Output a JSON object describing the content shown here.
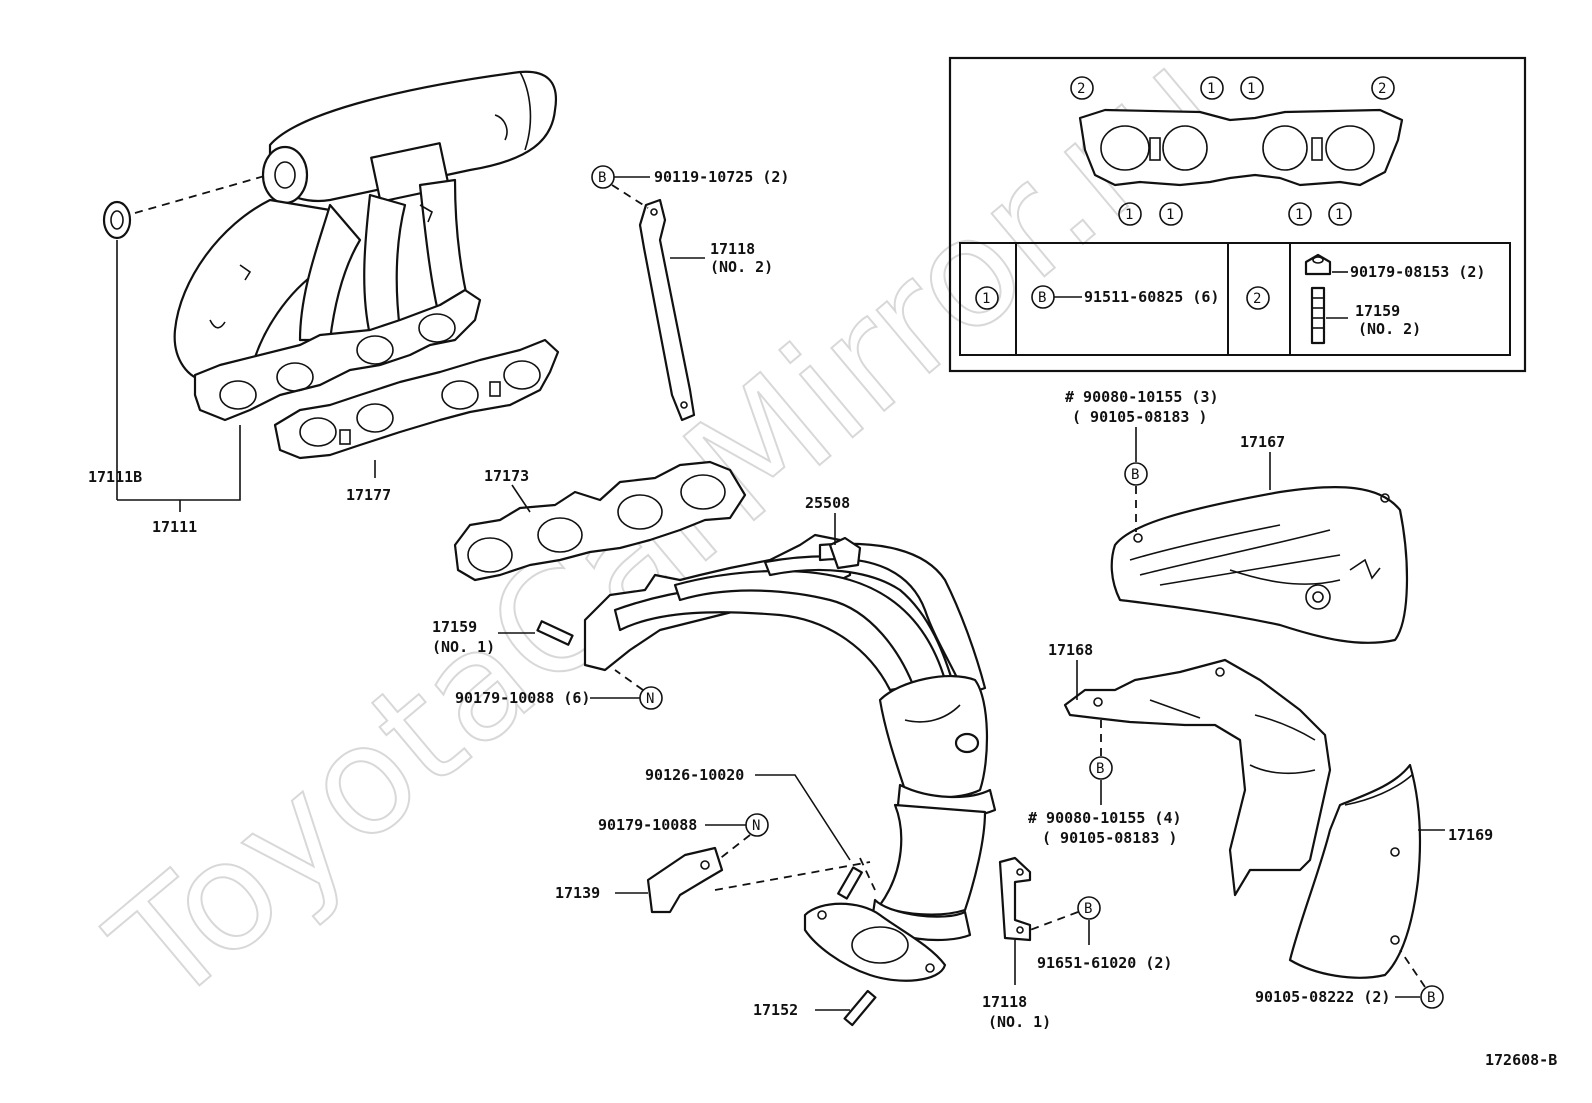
{
  "watermark": "ToyotaCarMirror.ru",
  "diagram_code": "172608-B",
  "callouts": {
    "B": "B",
    "N": "N",
    "one": "1",
    "two": "2"
  },
  "labels": {
    "p17111B": "17111B",
    "p17111": "17111",
    "p17177": "17177",
    "p90119": "90119-10725 (2)",
    "p17118_no2_num": "17118",
    "p17118_no2_sub": "(NO. 2)",
    "p17173": "17173",
    "p25508": "25508",
    "p17159_no1_num": "17159",
    "p17159_no1_sub": "(NO. 1)",
    "p90179_6": "90179-10088 (6)",
    "p90126": "90126-10020",
    "p90179": "90179-10088",
    "p17139": "17139",
    "p17152": "17152",
    "p17118_no1_num": "17118",
    "p17118_no1_sub": "(NO. 1)",
    "p91651": "91651-61020 (2)",
    "p90080_3a": "# 90080-10155 (3)",
    "p90080_3b": "( 90105-08183 )",
    "p17167": "17167",
    "p17168": "17168",
    "p90080_4a": "# 90080-10155 (4)",
    "p90080_4b": "( 90105-08183 )",
    "p17169": "17169",
    "p90105": "90105-08222 (2)"
  },
  "inset_table": {
    "row1_key": "1",
    "row1_part": "91511-60825 (6)",
    "row2_key": "2",
    "row2_part_a": "90179-08153 (2)",
    "row2_part_b_num": "17159",
    "row2_part_b_sub": "(NO. 2)"
  }
}
